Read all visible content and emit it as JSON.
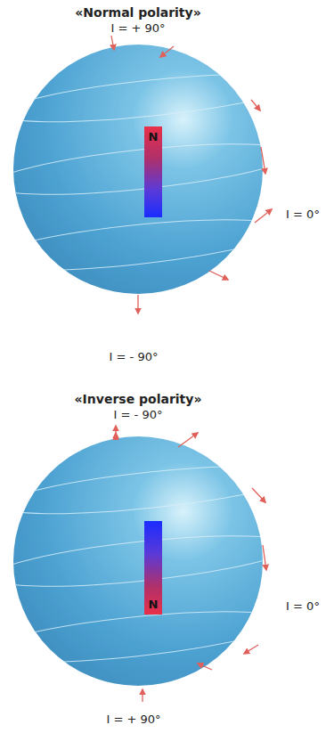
{
  "diagram": {
    "nodes": [
      {
        "text": [
          "N"
        ]
      },
      {
        "text": [
          "N"
        ]
      }
    ],
    "labels": [
      "«Normal polarity»",
      "I = + 90°",
      "I = 0°",
      "I = - 90°",
      "«Inverse polarity»",
      "I = - 90°",
      "I = 0°",
      "I = + 90°"
    ]
  }
}
